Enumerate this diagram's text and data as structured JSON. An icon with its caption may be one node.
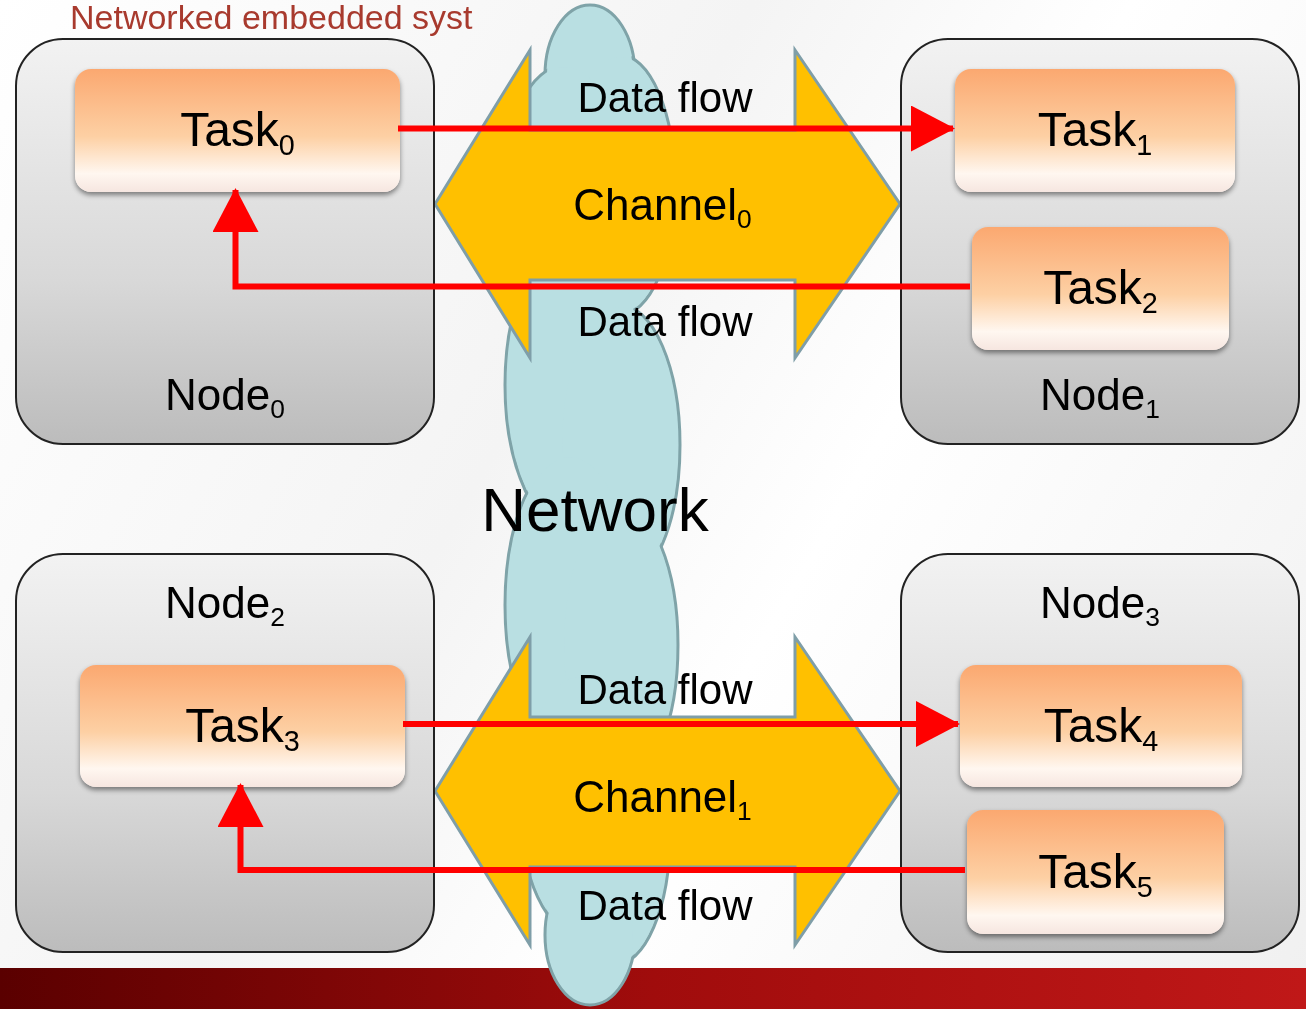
{
  "diagram": {
    "title": "Networked embedded syst",
    "nodes": [
      {
        "text": [
          "Node$_{0}$"
        ]
      },
      {
        "text": [
          "Task$_{0}$"
        ],
        "in": 0
      },
      {
        "text": [
          "Node$_{1}$"
        ]
      },
      {
        "text": [
          "Task$_{1}$"
        ],
        "in": 2
      },
      {
        "text": [
          "Task$_{2}$"
        ],
        "in": 2
      },
      {
        "text": [
          "Channel$_{0}$"
        ]
      },
      {
        "text": [
          "Network"
        ]
      },
      {
        "text": [
          "Node$_{2}$"
        ]
      },
      {
        "text": [
          "Task$_{3}$"
        ],
        "in": 7
      },
      {
        "text": [
          "Node$_{3}$"
        ]
      },
      {
        "text": [
          "Task$_{4}$"
        ],
        "in": 9
      },
      {
        "text": [
          "Task$_{5}$"
        ],
        "in": 9
      },
      {
        "text": [
          "Channel$_{1}$"
        ]
      }
    ],
    "edges": [
      {
        "from": 1,
        "to": 3,
        "arrow": "to",
        "label": "Data flow"
      },
      {
        "from": 4,
        "to": 1,
        "arrow": "to",
        "label": "Data flow"
      },
      {
        "from": 8,
        "to": 10,
        "arrow": "to",
        "label": "Data flow"
      },
      {
        "from": 11,
        "to": 8,
        "arrow": "to",
        "label": "Data flow"
      }
    ]
  }
}
